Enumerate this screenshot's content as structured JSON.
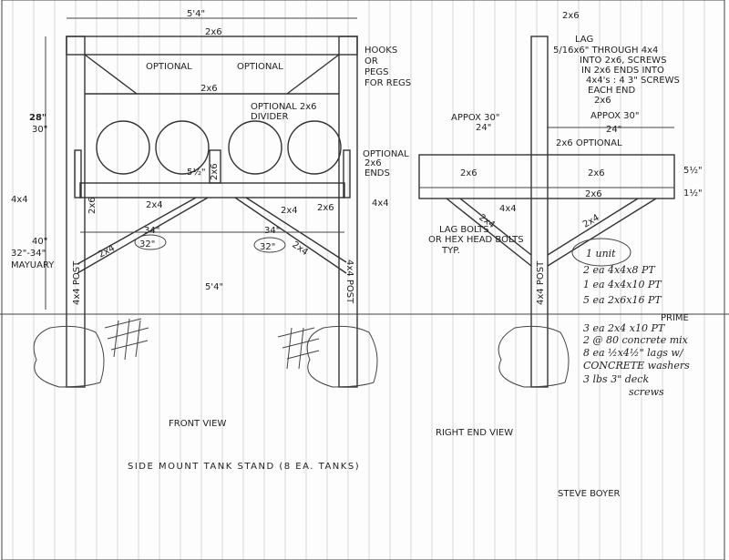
{
  "title": "SIDE MOUNT TANK STAND (8 EA. TANKS)",
  "author": "STEVE BOYER",
  "front_view": {
    "label": "FRONT VIEW",
    "width_top": "5'4\"",
    "width_bottom": "5'4\"",
    "top_beam": "2x6",
    "mid_beam": "2x6",
    "optional_left": "OPTIONAL",
    "optional_right": "OPTIONAL",
    "hooks_note": [
      "HOOKS",
      "OR",
      "PEGS",
      "FOR REGS"
    ],
    "height_old": "28\"",
    "height": "30\"",
    "divider_note": [
      "OPTIONAL 2x6",
      "DIVIDER"
    ],
    "divider_label": "2x6",
    "gap": "5½\"",
    "optional_ends": [
      "OPTIONAL",
      "2x6",
      "ENDS"
    ],
    "left_4x4": "4x4",
    "right_4x4": "4x4",
    "left_2x6": "2x6",
    "right_2x6": "2x6",
    "left_2x4": "2x4",
    "right_2x4": "2x4",
    "brace_left_old": "34\"",
    "brace_left": "32\"",
    "brace_right_old": "34\"",
    "brace_right": "32\"",
    "brace_label_left": "2x4",
    "brace_label_right": "2x4",
    "post_label_left": "4x4 POST",
    "post_label_right": "4x4 POST",
    "post_height": [
      "40\"",
      "32\"-34\"",
      "MAYUARY"
    ]
  },
  "end_view": {
    "label": "RIGHT END VIEW",
    "top": "2x6",
    "lag_note": [
      "LAG",
      "5/16x6\"  THROUGH 4x4",
      "INTO 2x6, SCREWS",
      "IN 2x6 ENDS INTO",
      "4x4's : 4  3\" SCREWS",
      "EACH END"
    ],
    "mid": "2x6",
    "approx_left": "APPOX 30\"",
    "approx_left_old": "24\"",
    "approx_right": "APPOX 30\"",
    "approx_right_old": "24\"",
    "optional": "2x6 OPTIONAL",
    "beam_left": "2x6",
    "beam_right": "2x6",
    "beam_bottom": "2x6",
    "beam_4x4": "4x4",
    "height_a": "5½\"",
    "height_b": "1½\"",
    "brace_left": "2x4",
    "brace_right": "2x4",
    "lag_bolts": [
      "LAG BOLTS",
      "OR HEX HEAD BOLTS",
      "TYP."
    ],
    "post_label": "4x4 POST"
  },
  "materials": {
    "heading": "1 unit",
    "items": [
      "2 ea  4x4x8 PT",
      "1 ea  4x4x10 PT",
      "5 ea  2x6x16 PT"
    ],
    "prime": "PRIME",
    "items2": [
      "3 ea  2x4 x10 PT",
      "2 @ 80 concrete mix",
      "8 ea ½x4½\" lags w/",
      "CONCRETE  washers",
      "3 lbs  3\" deck",
      "screws"
    ]
  }
}
